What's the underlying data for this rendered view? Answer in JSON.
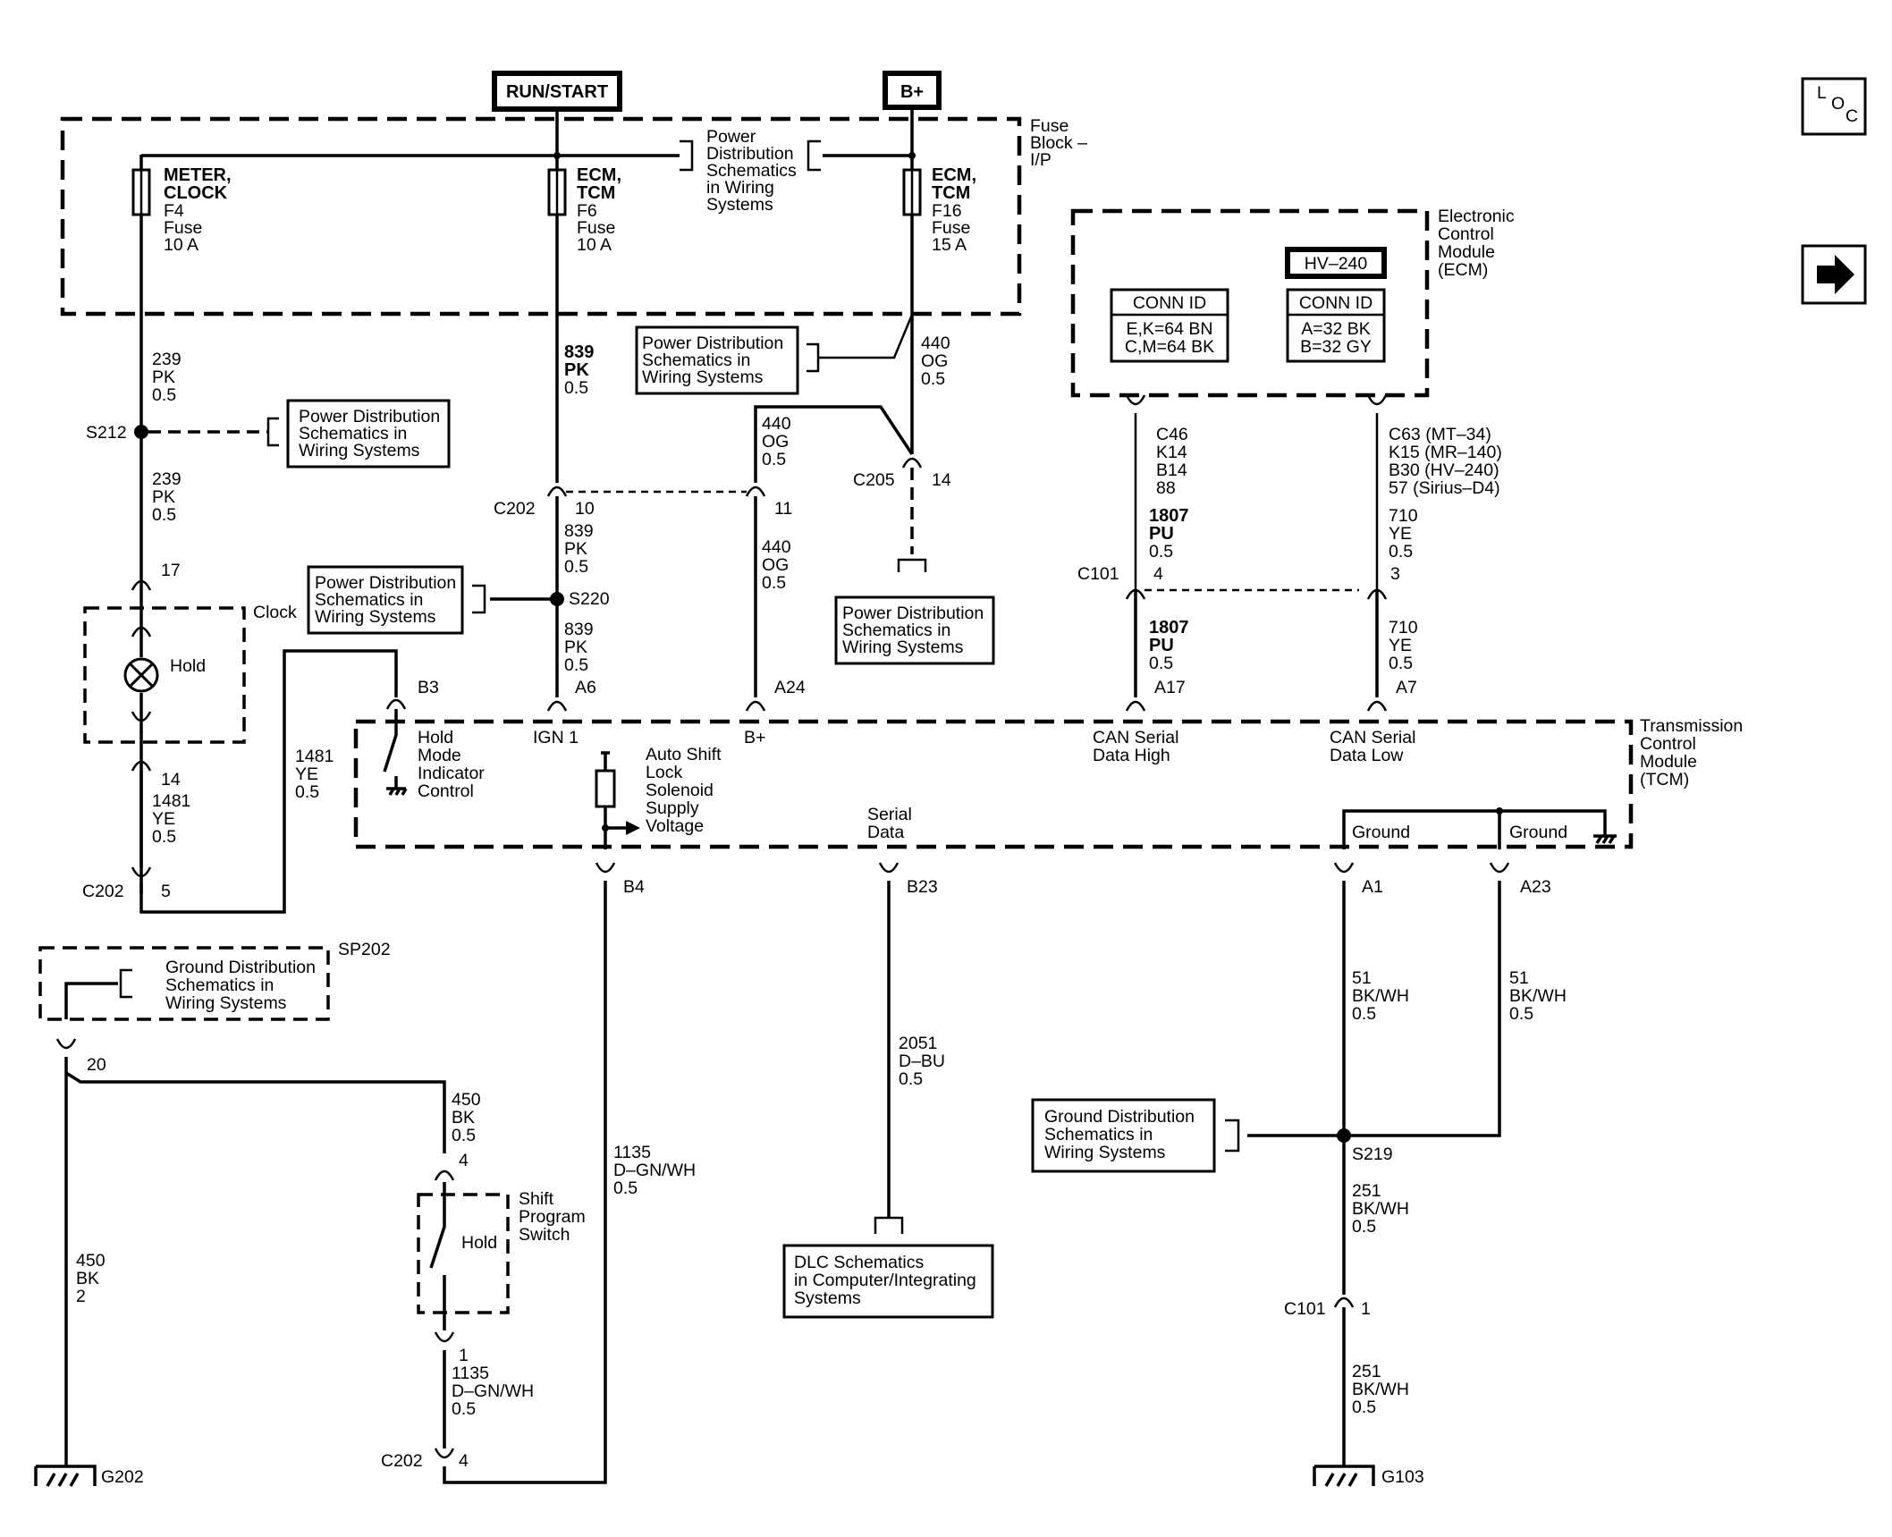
{
  "sources": {
    "run_start": "RUN/START",
    "bplus": "B+"
  },
  "fuse_block": {
    "label_1": "Fuse",
    "label_2": "Block –",
    "label_3": "I/P"
  },
  "fuses": [
    {
      "lines": [
        "METER,",
        "CLOCK",
        "F4",
        "Fuse",
        "10 A"
      ]
    },
    {
      "lines": [
        "ECM,",
        "TCM",
        "F6",
        "Fuse",
        "10 A"
      ]
    },
    {
      "lines": [
        "ECM,",
        "TCM",
        "F16",
        "Fuse",
        "15 A"
      ]
    }
  ],
  "refs": {
    "pd_fuseblock": [
      "Power",
      "Distribution",
      "Schematics",
      "in Wiring",
      "Systems"
    ],
    "pd": [
      "Power Distribution",
      "Schematics in",
      "Wiring Systems"
    ],
    "gd": [
      "Ground Distribution",
      "Schematics in",
      "Wiring Systems"
    ],
    "dlc": [
      "DLC Schematics",
      "in Computer/Integrating",
      "Systems"
    ]
  },
  "side_icons": {
    "loc_1": "L",
    "loc_2": "O",
    "loc_3": "C"
  },
  "ecm": {
    "label": [
      "Electronic",
      "Control",
      "Module",
      "(ECM)"
    ],
    "hv_label": "HV–240",
    "conn_id_left": {
      "title": "CONN ID",
      "lines": [
        "E,K=64 BN",
        "C,M=64 BK"
      ]
    },
    "conn_id_right": {
      "title": "CONN ID",
      "lines": [
        "A=32 BK",
        "B=32 GY"
      ]
    }
  },
  "tcm": {
    "label": [
      "Transmission",
      "Control",
      "Module",
      "(TCM)"
    ],
    "hold_mode": [
      "Hold",
      "Mode",
      "Indicator",
      "Control"
    ],
    "ign": "IGN 1",
    "bplus": "B+",
    "auto_shift": [
      "Auto Shift",
      "Lock",
      "Solenoid",
      "Supply",
      "Voltage"
    ],
    "serial_data": [
      "Serial",
      "Data"
    ],
    "can_high": [
      "CAN Serial",
      "Data High"
    ],
    "can_low": [
      "CAN Serial",
      "Data Low"
    ],
    "ground_1": "Ground",
    "ground_2": "Ground"
  },
  "wires": {
    "w239a": [
      "239",
      "PK",
      "0.5"
    ],
    "w239b": [
      "239",
      "PK",
      "0.5"
    ],
    "w839a": [
      "839",
      "PK",
      "0.5"
    ],
    "w839b": [
      "839",
      "PK",
      "0.5"
    ],
    "w839c": [
      "839",
      "PK",
      "0.5"
    ],
    "w440a": [
      "440",
      "OG",
      "0.5"
    ],
    "w440b": [
      "440",
      "OG",
      "0.5"
    ],
    "w440c": [
      "440",
      "OG",
      "0.5"
    ],
    "w1807a": [
      "1807",
      "PU",
      "0.5"
    ],
    "w1807b": [
      "1807",
      "PU",
      "0.5"
    ],
    "w710a": [
      "710",
      "YE",
      "0.5"
    ],
    "w710b": [
      "710",
      "YE",
      "0.5"
    ],
    "w1481a": [
      "1481",
      "YE",
      "0.5"
    ],
    "w1481b": [
      "1481",
      "YE",
      "0.5"
    ],
    "w450a": [
      "450",
      "BK",
      "0.5"
    ],
    "w450b": [
      "450",
      "BK",
      "2"
    ],
    "w1135a": [
      "1135",
      "D–GN/WH",
      "0.5"
    ],
    "w1135b": [
      "1135",
      "D–GN/WH",
      "0.5"
    ],
    "w2051": [
      "2051",
      "D–BU",
      "0.5"
    ],
    "w51a": [
      "51",
      "BK/WH",
      "0.5"
    ],
    "w51b": [
      "51",
      "BK/WH",
      "0.5"
    ],
    "w251a": [
      "251",
      "BK/WH",
      "0.5"
    ],
    "w251b": [
      "251",
      "BK/WH",
      "0.5"
    ]
  },
  "connectors": {
    "c46": [
      "C46",
      "K14",
      "B14",
      "88"
    ],
    "c63": [
      "C63 (MT–34)",
      "K15 (MR–140)",
      "B30 (HV–240)",
      "57 (Sirius–D4)"
    ],
    "c202_10_name": "C202",
    "c202_10_pin": "10",
    "c202_11_pin": "11",
    "c205_name": "C205",
    "c205_pin": "14",
    "c101_4_name": "C101",
    "c101_4_pin": "4",
    "c101_3_pin": "3",
    "p17": "17",
    "p14": "14",
    "c202_5_name": "C202",
    "c202_5_pin": "5",
    "b3": "B3",
    "a6": "A6",
    "a24": "A24",
    "a17": "A17",
    "a7": "A7",
    "b4": "B4",
    "b23": "B23",
    "a1": "A1",
    "a23": "A23",
    "p20": "20",
    "p4": "4",
    "p1": "1",
    "c202_4_name": "C202",
    "c202_4_pin": "4",
    "c101_1_name": "C101",
    "c101_1_pin": "1"
  },
  "splices": {
    "s212": "S212",
    "s220": "S220",
    "s219": "S219",
    "sp202": "SP202"
  },
  "grounds": {
    "g202": "G202",
    "g103": "G103"
  },
  "components": {
    "clock": "Clock",
    "hold_lamp": "Hold",
    "shift_switch": [
      "Shift",
      "Program",
      "Switch"
    ],
    "switch_hold": "Hold"
  }
}
